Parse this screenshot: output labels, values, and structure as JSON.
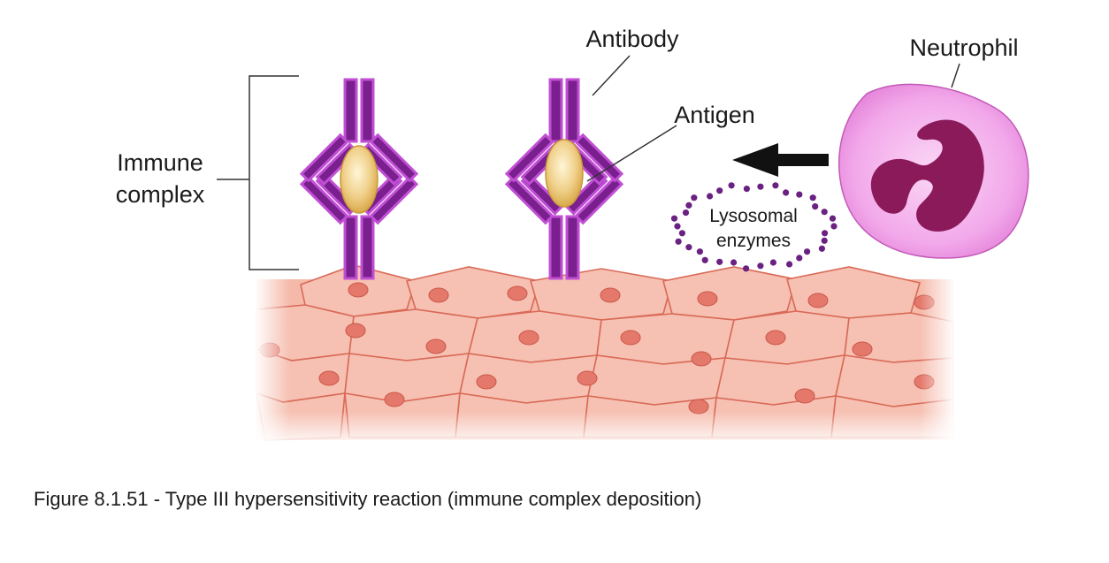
{
  "labels": {
    "immune_complex_line1": "Immune",
    "immune_complex_line2": "complex",
    "antibody": "Antibody",
    "antigen": "Antigen",
    "neutrophil": "Neutrophil",
    "lysosomal_line1": "Lysosomal",
    "lysosomal_line2": "enzymes"
  },
  "caption": "Figure 8.1.51 - Type III hypersensitivity reaction (immune complex deposition)",
  "colors": {
    "antibody": "#7a1f8e",
    "antibody_outline": "#c04fd4",
    "antigen": "#e8c46a",
    "tissue": "#f2b3a3",
    "nucleus": "#e07a6a",
    "neutrophil": "#ef9be6",
    "neutrophil_nucleus": "#8b1a5a",
    "enzyme_dots": "#6a2182"
  }
}
